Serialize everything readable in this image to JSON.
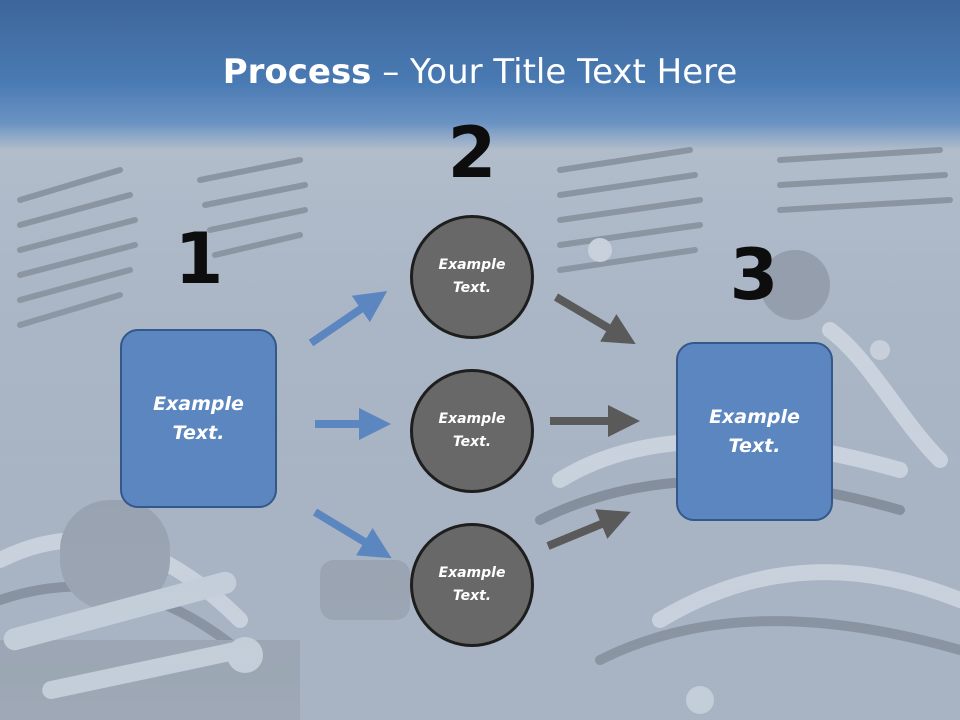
{
  "title": {
    "bold": "Process",
    "rest": " – Your Title Text Here"
  },
  "steps": [
    {
      "number": "1"
    },
    {
      "number": "2"
    },
    {
      "number": "3"
    }
  ],
  "left_box": {
    "text": "Example\nText."
  },
  "circles": [
    {
      "text": "Example\nText."
    },
    {
      "text": "Example\nText."
    },
    {
      "text": "Example\nText."
    }
  ],
  "right_box": {
    "text": "Example\nText."
  },
  "colors": {
    "title_band": "#4a7ab3",
    "box_fill": "#5b86bf",
    "circle_fill": "#686868",
    "arrow_blue": "#5b86bf",
    "arrow_gray": "#5a5a5a"
  }
}
